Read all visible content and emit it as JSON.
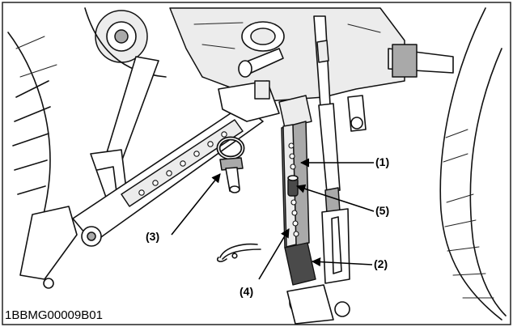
{
  "figure_code": "1BBMG00009B01",
  "callouts": {
    "c1": "(1)",
    "c2": "(2)",
    "c3": "(3)",
    "c4": "(4)",
    "c5": "(5)"
  }
}
